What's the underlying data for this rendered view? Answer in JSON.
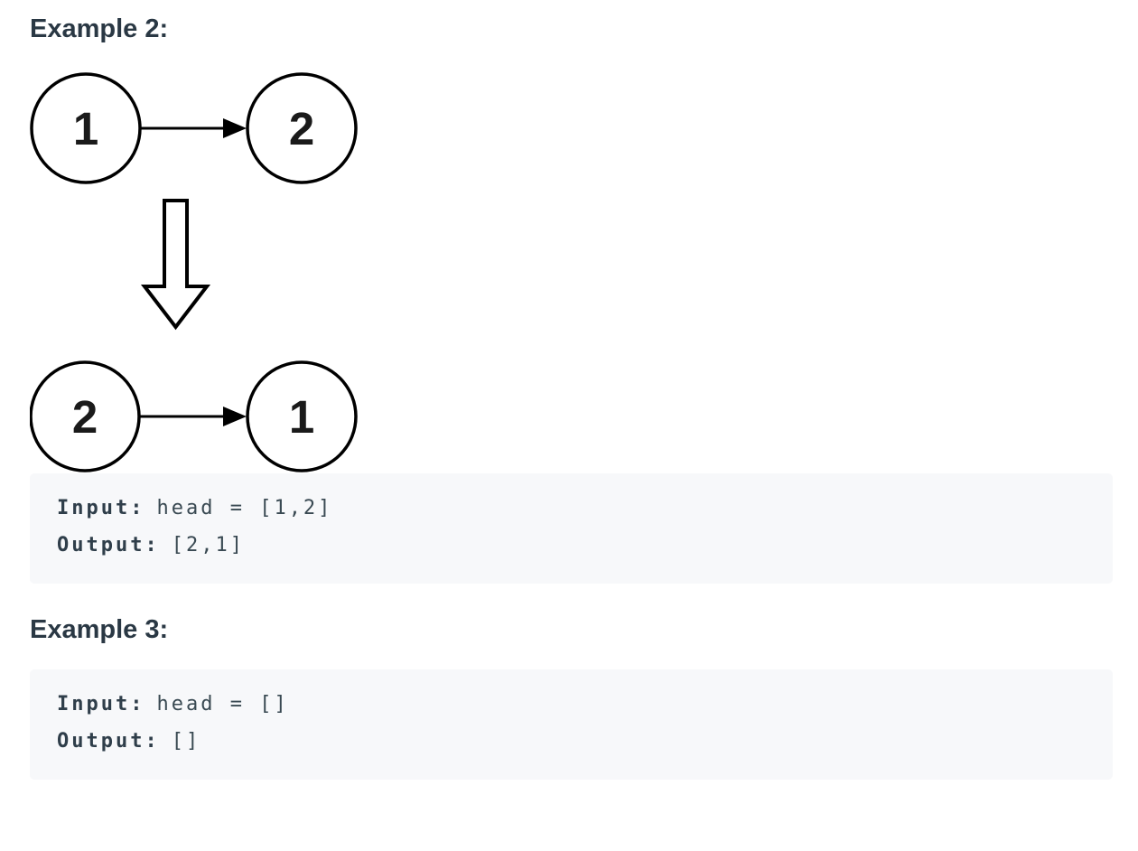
{
  "document": {
    "examples": [
      {
        "heading": "Example 2:",
        "io": {
          "input_label": "Input:",
          "input_value": "head = [1,2]",
          "output_label": "Output:",
          "output_value": "[2,1]"
        }
      },
      {
        "heading": "Example 3:",
        "io": {
          "input_label": "Input:",
          "input_value": "head = []",
          "output_label": "Output:",
          "output_value": "[]"
        }
      }
    ]
  },
  "diagram": {
    "before_nodes": [
      "1",
      "2"
    ],
    "after_nodes": [
      "2",
      "1"
    ],
    "pointer_icon": "right-arrow-icon",
    "transform_icon": "down-arrow-icon"
  },
  "colors": {
    "page_bg": "#ffffff",
    "code_block_bg": "#f7f8fa",
    "heading_text": "#2a3844",
    "code_text": "#394952",
    "diagram_stroke": "#000000",
    "node_fill": "#ffffff"
  }
}
